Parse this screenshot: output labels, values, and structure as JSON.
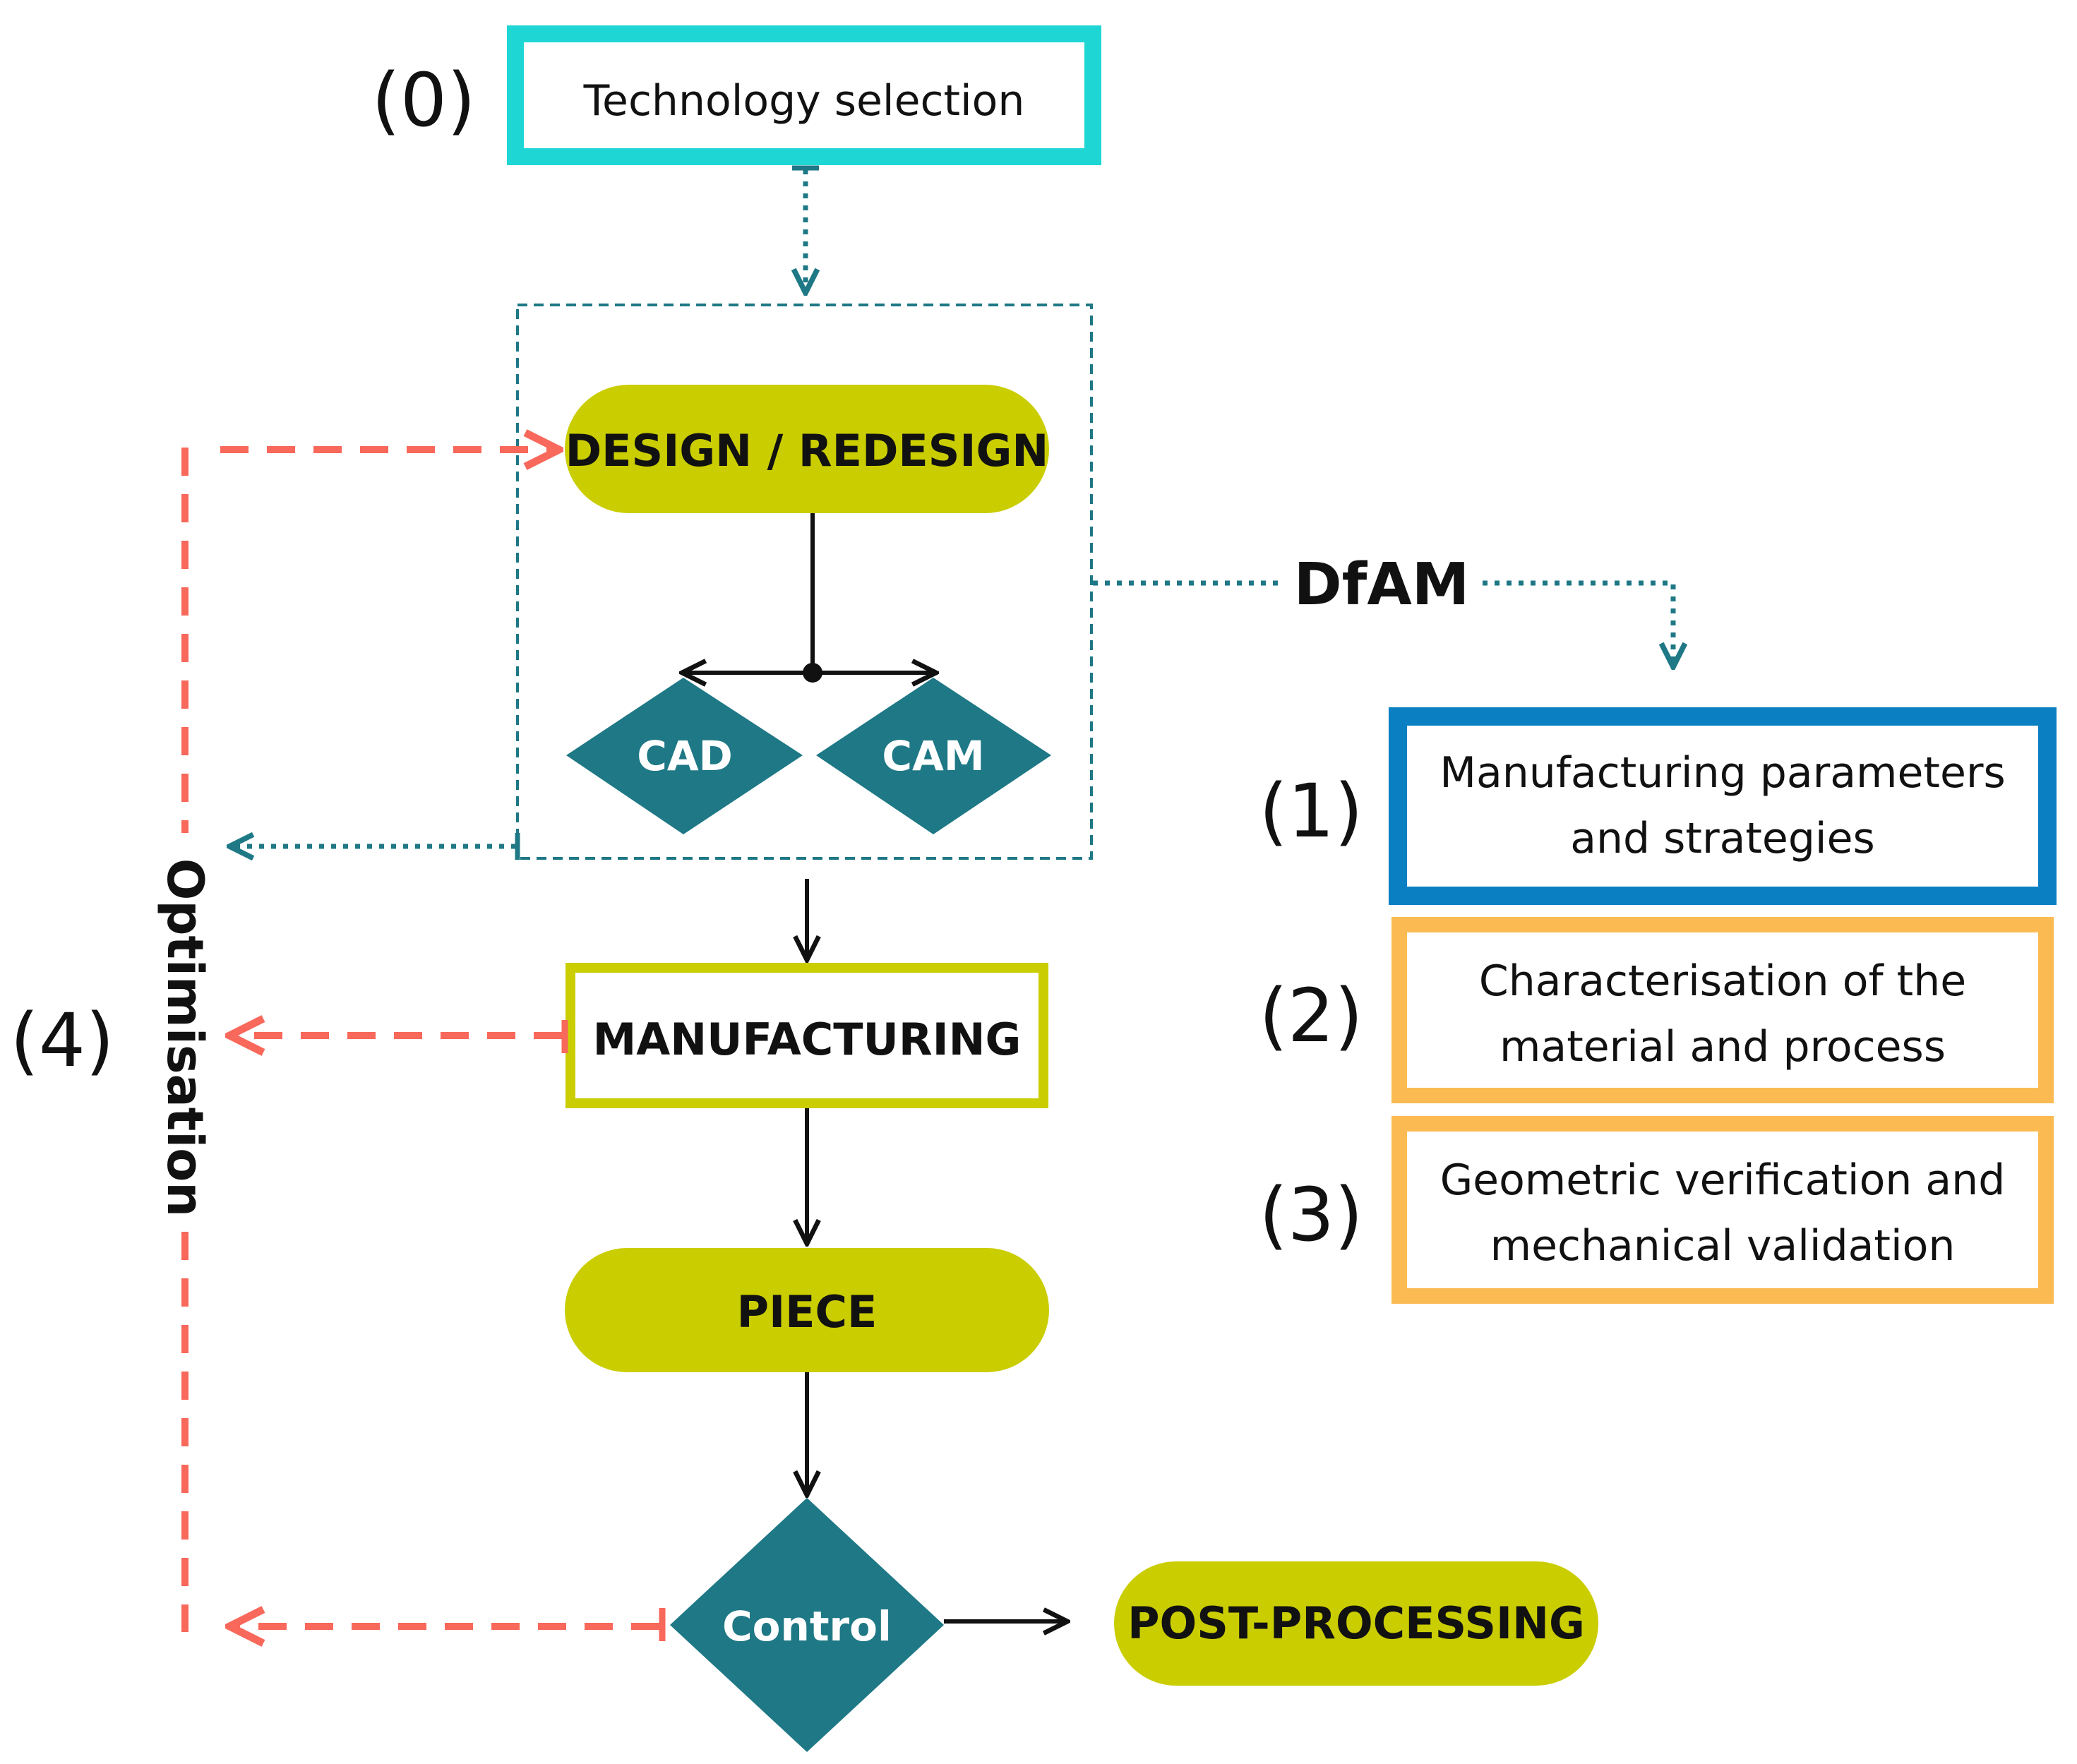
{
  "colors": {
    "teal": "#1e7885",
    "cyan": "#1ed7d5",
    "olive": "#cacd00",
    "blue": "#0a7fc2",
    "orange": "#fbbb52",
    "coral": "#f8685b",
    "black": "#111111"
  },
  "technology": {
    "number": "(0)",
    "label": "Technology selection"
  },
  "design": {
    "label": "DESIGN / REDESIGN",
    "cad": "CAD",
    "cam": "CAM"
  },
  "dfam": {
    "label": "DfAM"
  },
  "manufacturing": {
    "label": "MANUFACTURING"
  },
  "piece": {
    "label": "PIECE"
  },
  "control": {
    "label": "Control"
  },
  "post_processing": {
    "label": "POST-PROCESSING"
  },
  "optimisation": {
    "number": "(4)",
    "label": "Optimisation"
  },
  "dfam_items": [
    {
      "number": "(1)",
      "line1": "Manufacturing parameters",
      "line2": "and strategies"
    },
    {
      "number": "(2)",
      "line1": "Characterisation of the",
      "line2": "material and process"
    },
    {
      "number": "(3)",
      "line1": "Geometric verification and",
      "line2": "mechanical validation"
    }
  ]
}
